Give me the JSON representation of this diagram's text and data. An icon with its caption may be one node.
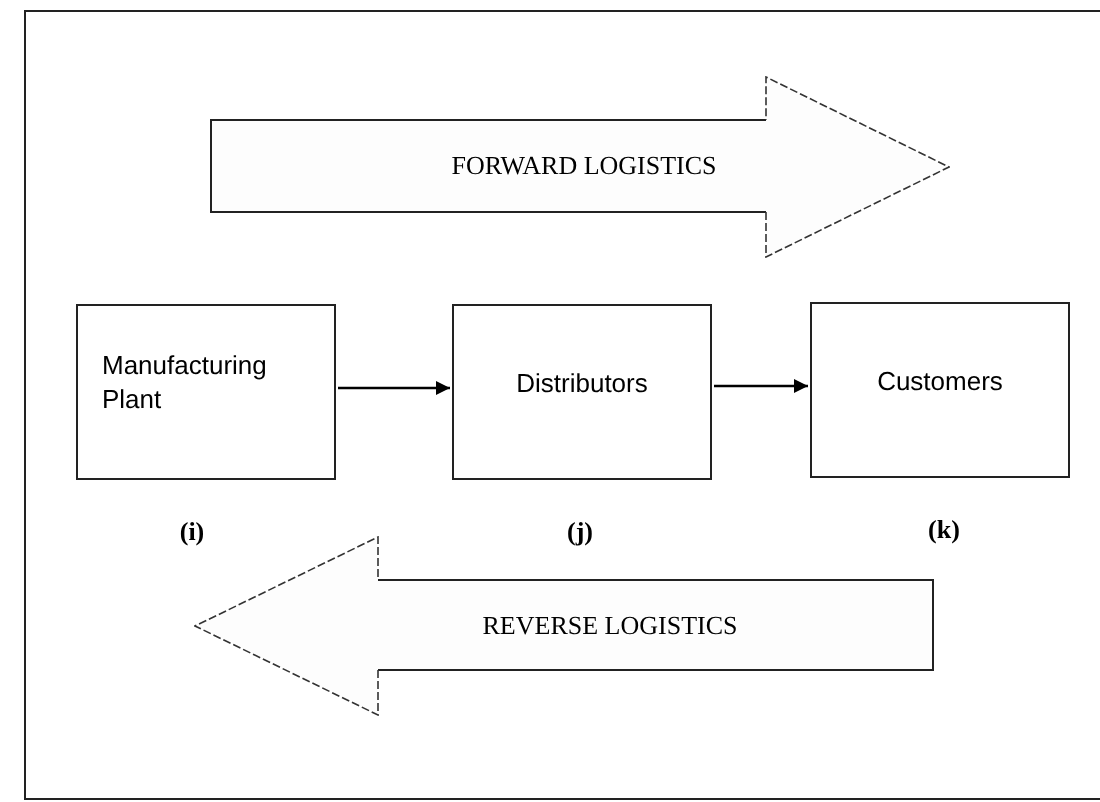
{
  "diagram": {
    "nodes": [
      {
        "text": [
          "FORWARD LOGISTICS"
        ]
      },
      {
        "text": [
          "Manufacturing Plant"
        ]
      },
      {
        "text": [
          "Distributors"
        ]
      },
      {
        "text": [
          "Customers"
        ]
      },
      {
        "text": [
          "REVERSE LOGISTICS"
        ]
      }
    ],
    "edges": [
      {
        "from": 1,
        "to": 2,
        "arrow": "to"
      },
      {
        "from": 2,
        "to": 3,
        "arrow": "to"
      }
    ],
    "labels": [
      "(i)",
      "(j)",
      "(k)"
    ]
  }
}
